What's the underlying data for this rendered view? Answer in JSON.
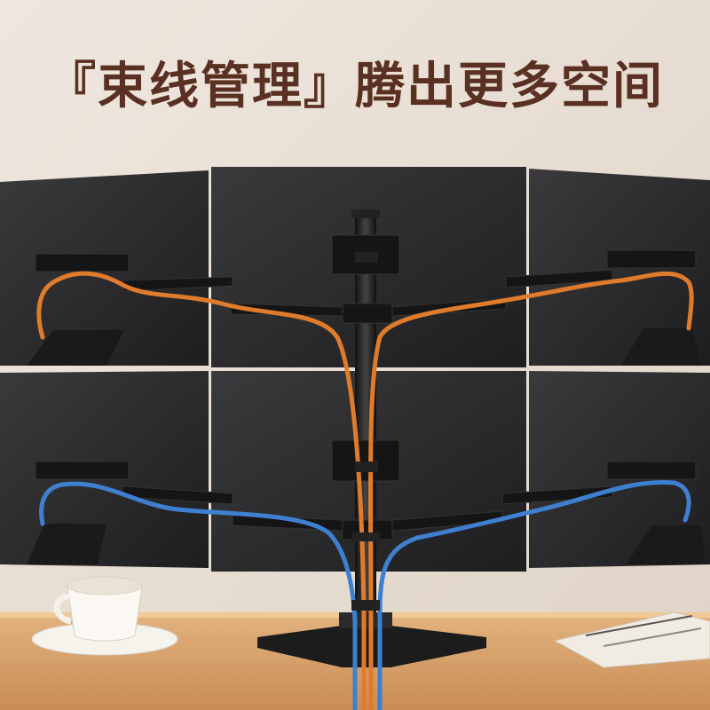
{
  "headline": {
    "text": "『束线管理』腾出更多空间"
  },
  "colors": {
    "headline": "#5a3022",
    "wall": "#e6ddd4",
    "monitor": "#2a2a2c",
    "desk": "#d8a26a",
    "orange_cable": "#e07b2b",
    "blue_cable": "#3f7fd0"
  },
  "monitors": {
    "rows": 2,
    "columns": 3
  }
}
